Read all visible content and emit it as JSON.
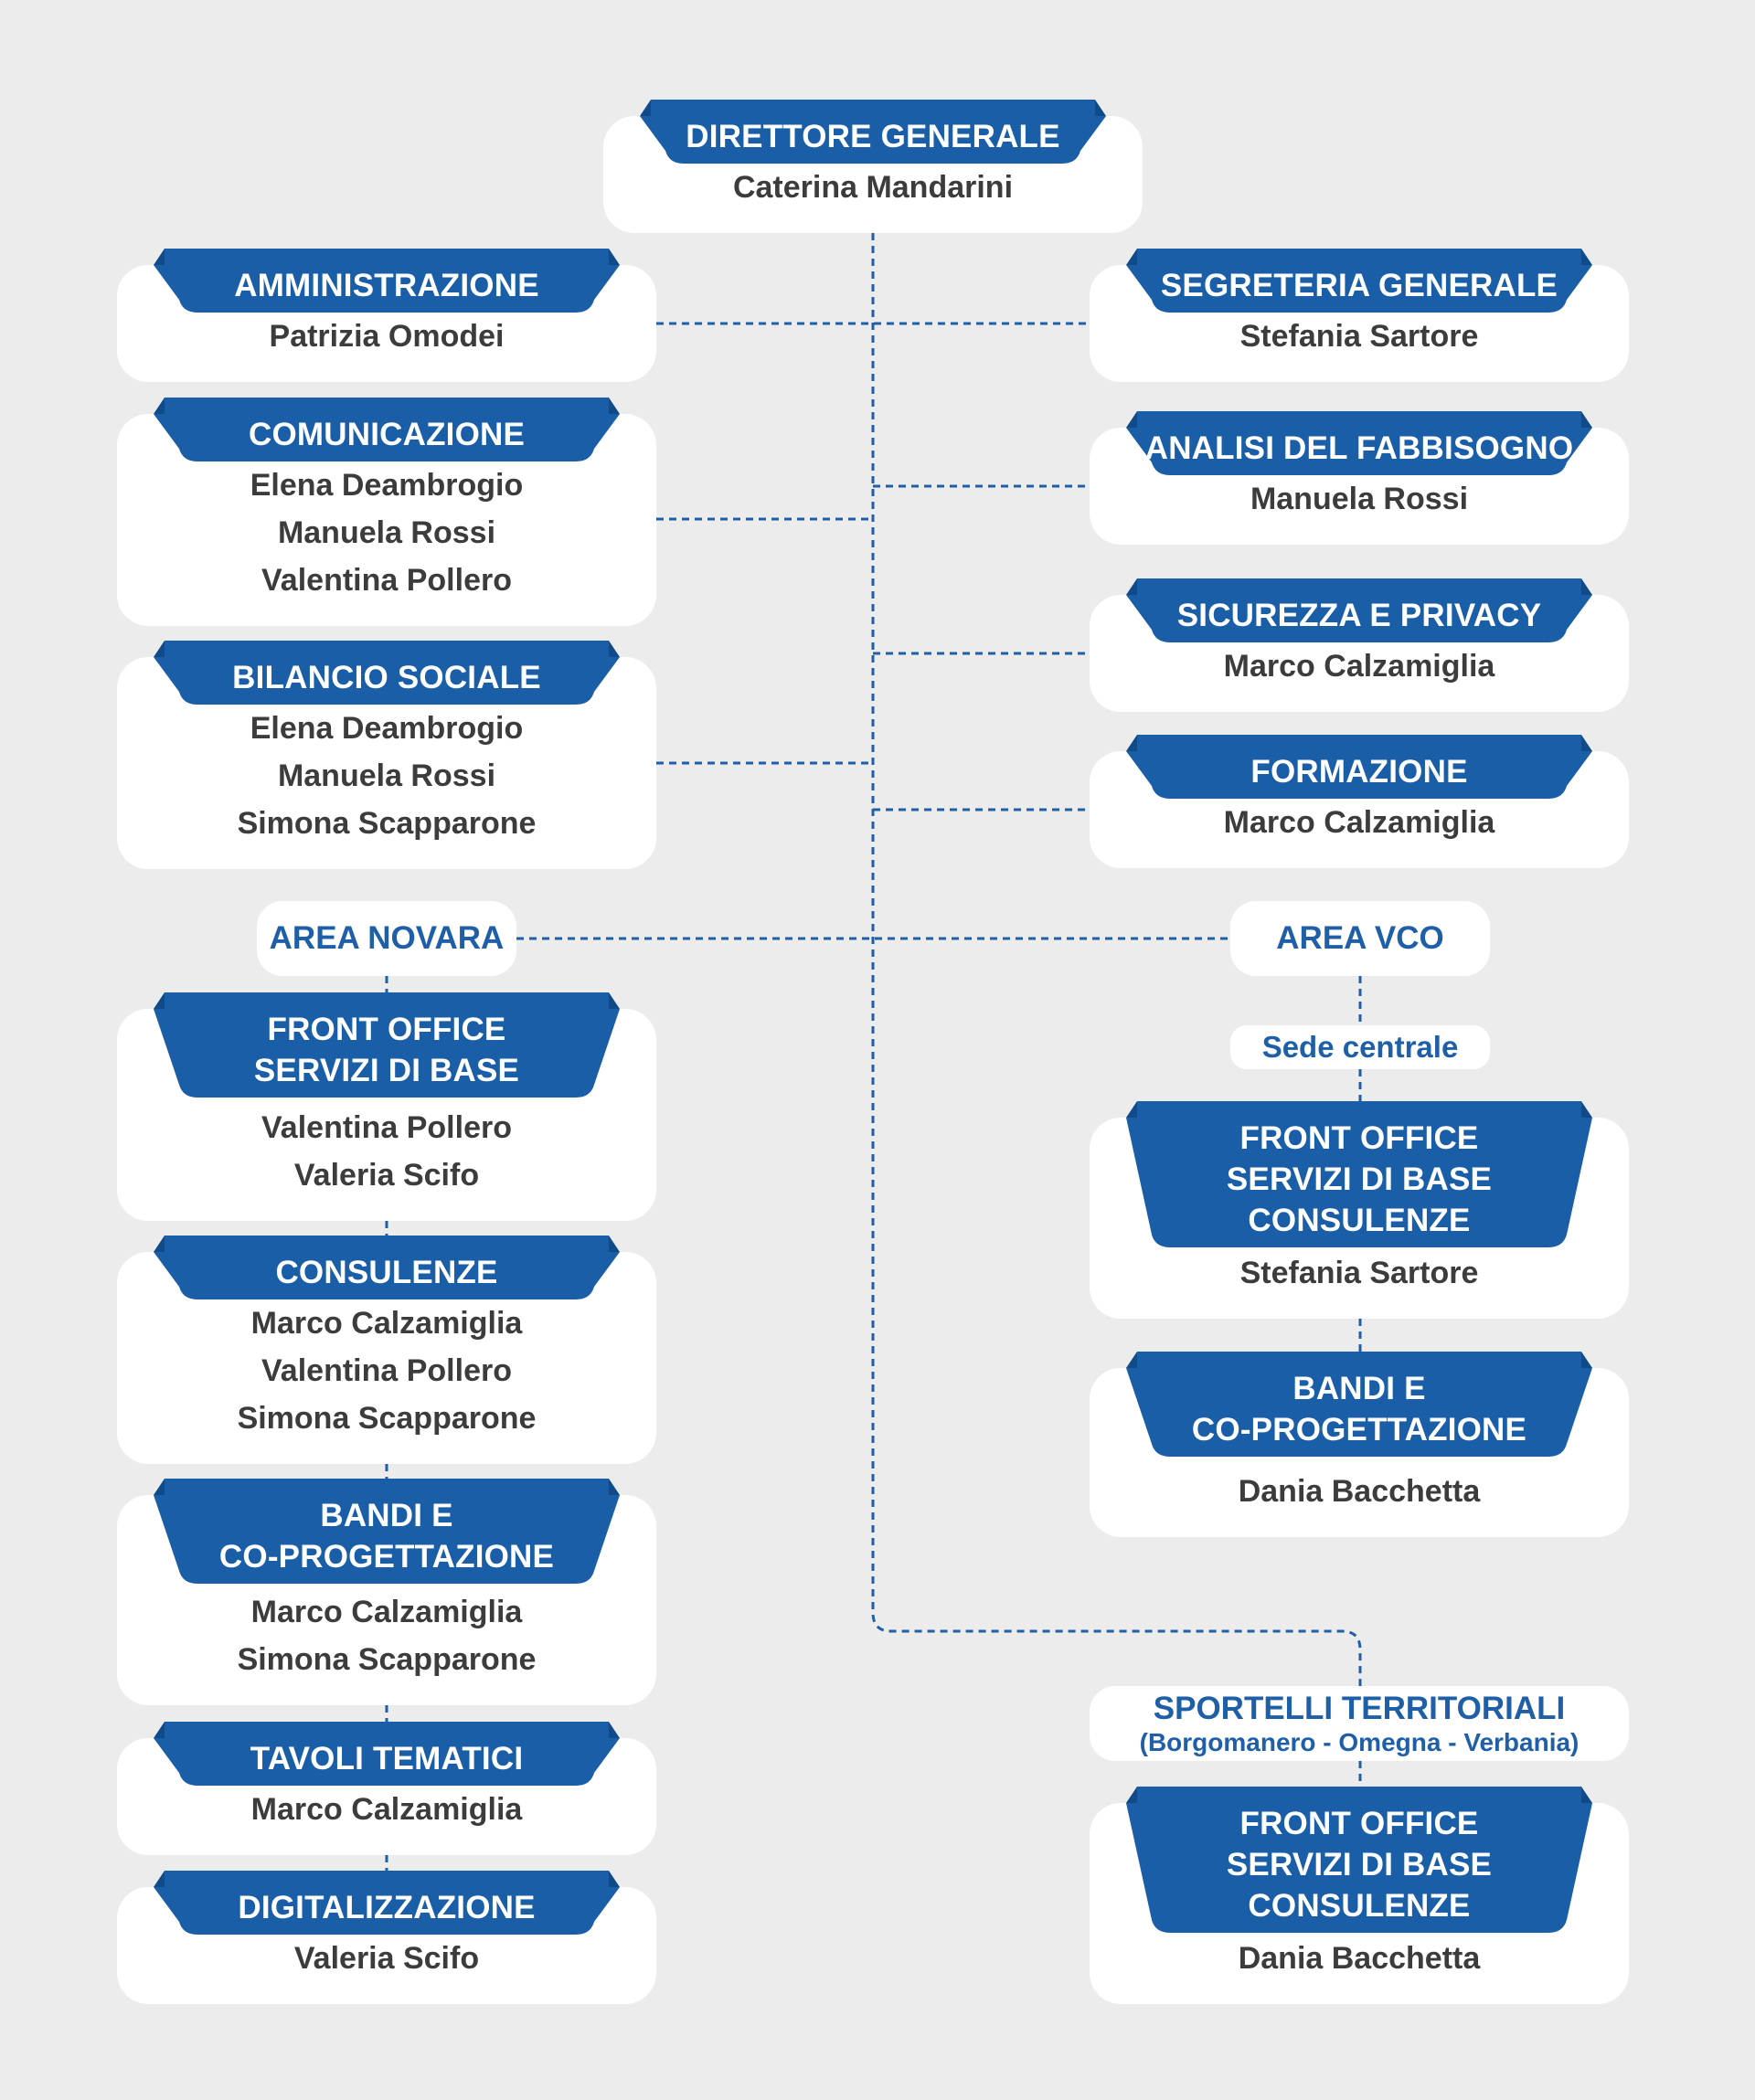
{
  "colors": {
    "background": "#ececec",
    "card": "#ffffff",
    "tab": "#1a5ea8",
    "tab_fold": "#114a88",
    "connector": "#1e5fa8",
    "member_text": "#3c3c3c",
    "area_text": "#1e5fa8"
  },
  "nodes": [
    {
      "id": "direttore-generale",
      "title": [
        "DIRETTORE GENERALE"
      ],
      "members": [
        "Caterina Mandarini"
      ]
    },
    {
      "id": "amministrazione",
      "title": [
        "AMMINISTRAZIONE"
      ],
      "members": [
        "Patrizia Omodei"
      ]
    },
    {
      "id": "segreteria-generale",
      "title": [
        "SEGRETERIA GENERALE"
      ],
      "members": [
        "Stefania Sartore"
      ]
    },
    {
      "id": "comunicazione",
      "title": [
        "COMUNICAZIONE"
      ],
      "members": [
        "Elena Deambrogio",
        "Manuela Rossi",
        "Valentina Pollero"
      ]
    },
    {
      "id": "analisi-fabbisogno",
      "title": [
        "ANALISI DEL FABBISOGNO"
      ],
      "members": [
        "Manuela Rossi"
      ]
    },
    {
      "id": "sicurezza-privacy",
      "title": [
        "SICUREZZA E PRIVACY"
      ],
      "members": [
        "Marco Calzamiglia"
      ]
    },
    {
      "id": "bilancio-sociale",
      "title": [
        "BILANCIO SOCIALE"
      ],
      "members": [
        "Elena Deambrogio",
        "Manuela Rossi",
        "Simona Scapparone"
      ]
    },
    {
      "id": "formazione",
      "title": [
        "FORMAZIONE"
      ],
      "members": [
        "Marco Calzamiglia"
      ]
    },
    {
      "id": "novara-front-office",
      "title": [
        "FRONT OFFICE",
        "SERVIZI DI BASE"
      ],
      "members": [
        "Valentina Pollero",
        "Valeria Scifo"
      ]
    },
    {
      "id": "novara-consulenze",
      "title": [
        "CONSULENZE"
      ],
      "members": [
        "Marco Calzamiglia",
        "Valentina Pollero",
        "Simona Scapparone"
      ]
    },
    {
      "id": "novara-bandi",
      "title": [
        "BANDI E",
        "CO-PROGETTAZIONE"
      ],
      "members": [
        "Marco Calzamiglia",
        "Simona Scapparone"
      ]
    },
    {
      "id": "novara-tavoli",
      "title": [
        "TAVOLI TEMATICI"
      ],
      "members": [
        "Marco Calzamiglia"
      ]
    },
    {
      "id": "novara-digitalizzazione",
      "title": [
        "DIGITALIZZAZIONE"
      ],
      "members": [
        "Valeria Scifo"
      ]
    },
    {
      "id": "vco-front-office",
      "title": [
        "FRONT OFFICE",
        "SERVIZI DI BASE",
        "CONSULENZE"
      ],
      "members": [
        "Stefania Sartore"
      ]
    },
    {
      "id": "vco-bandi",
      "title": [
        "BANDI E",
        "CO-PROGETTAZIONE"
      ],
      "members": [
        "Dania Bacchetta"
      ]
    },
    {
      "id": "sportelli-front-office",
      "title": [
        "FRONT OFFICE",
        "SERVIZI DI BASE",
        "CONSULENZE"
      ],
      "members": [
        "Dania Bacchetta"
      ]
    }
  ],
  "areas": [
    {
      "id": "area-novara",
      "title": "AREA NOVARA"
    },
    {
      "id": "area-vco",
      "title": "AREA VCO"
    },
    {
      "id": "sede-centrale",
      "title": "Sede centrale"
    },
    {
      "id": "sportelli-territoriali",
      "title": "SPORTELLI TERRITORIALI",
      "subtitle": "(Borgomanero - Omegna - Verbania)"
    }
  ]
}
